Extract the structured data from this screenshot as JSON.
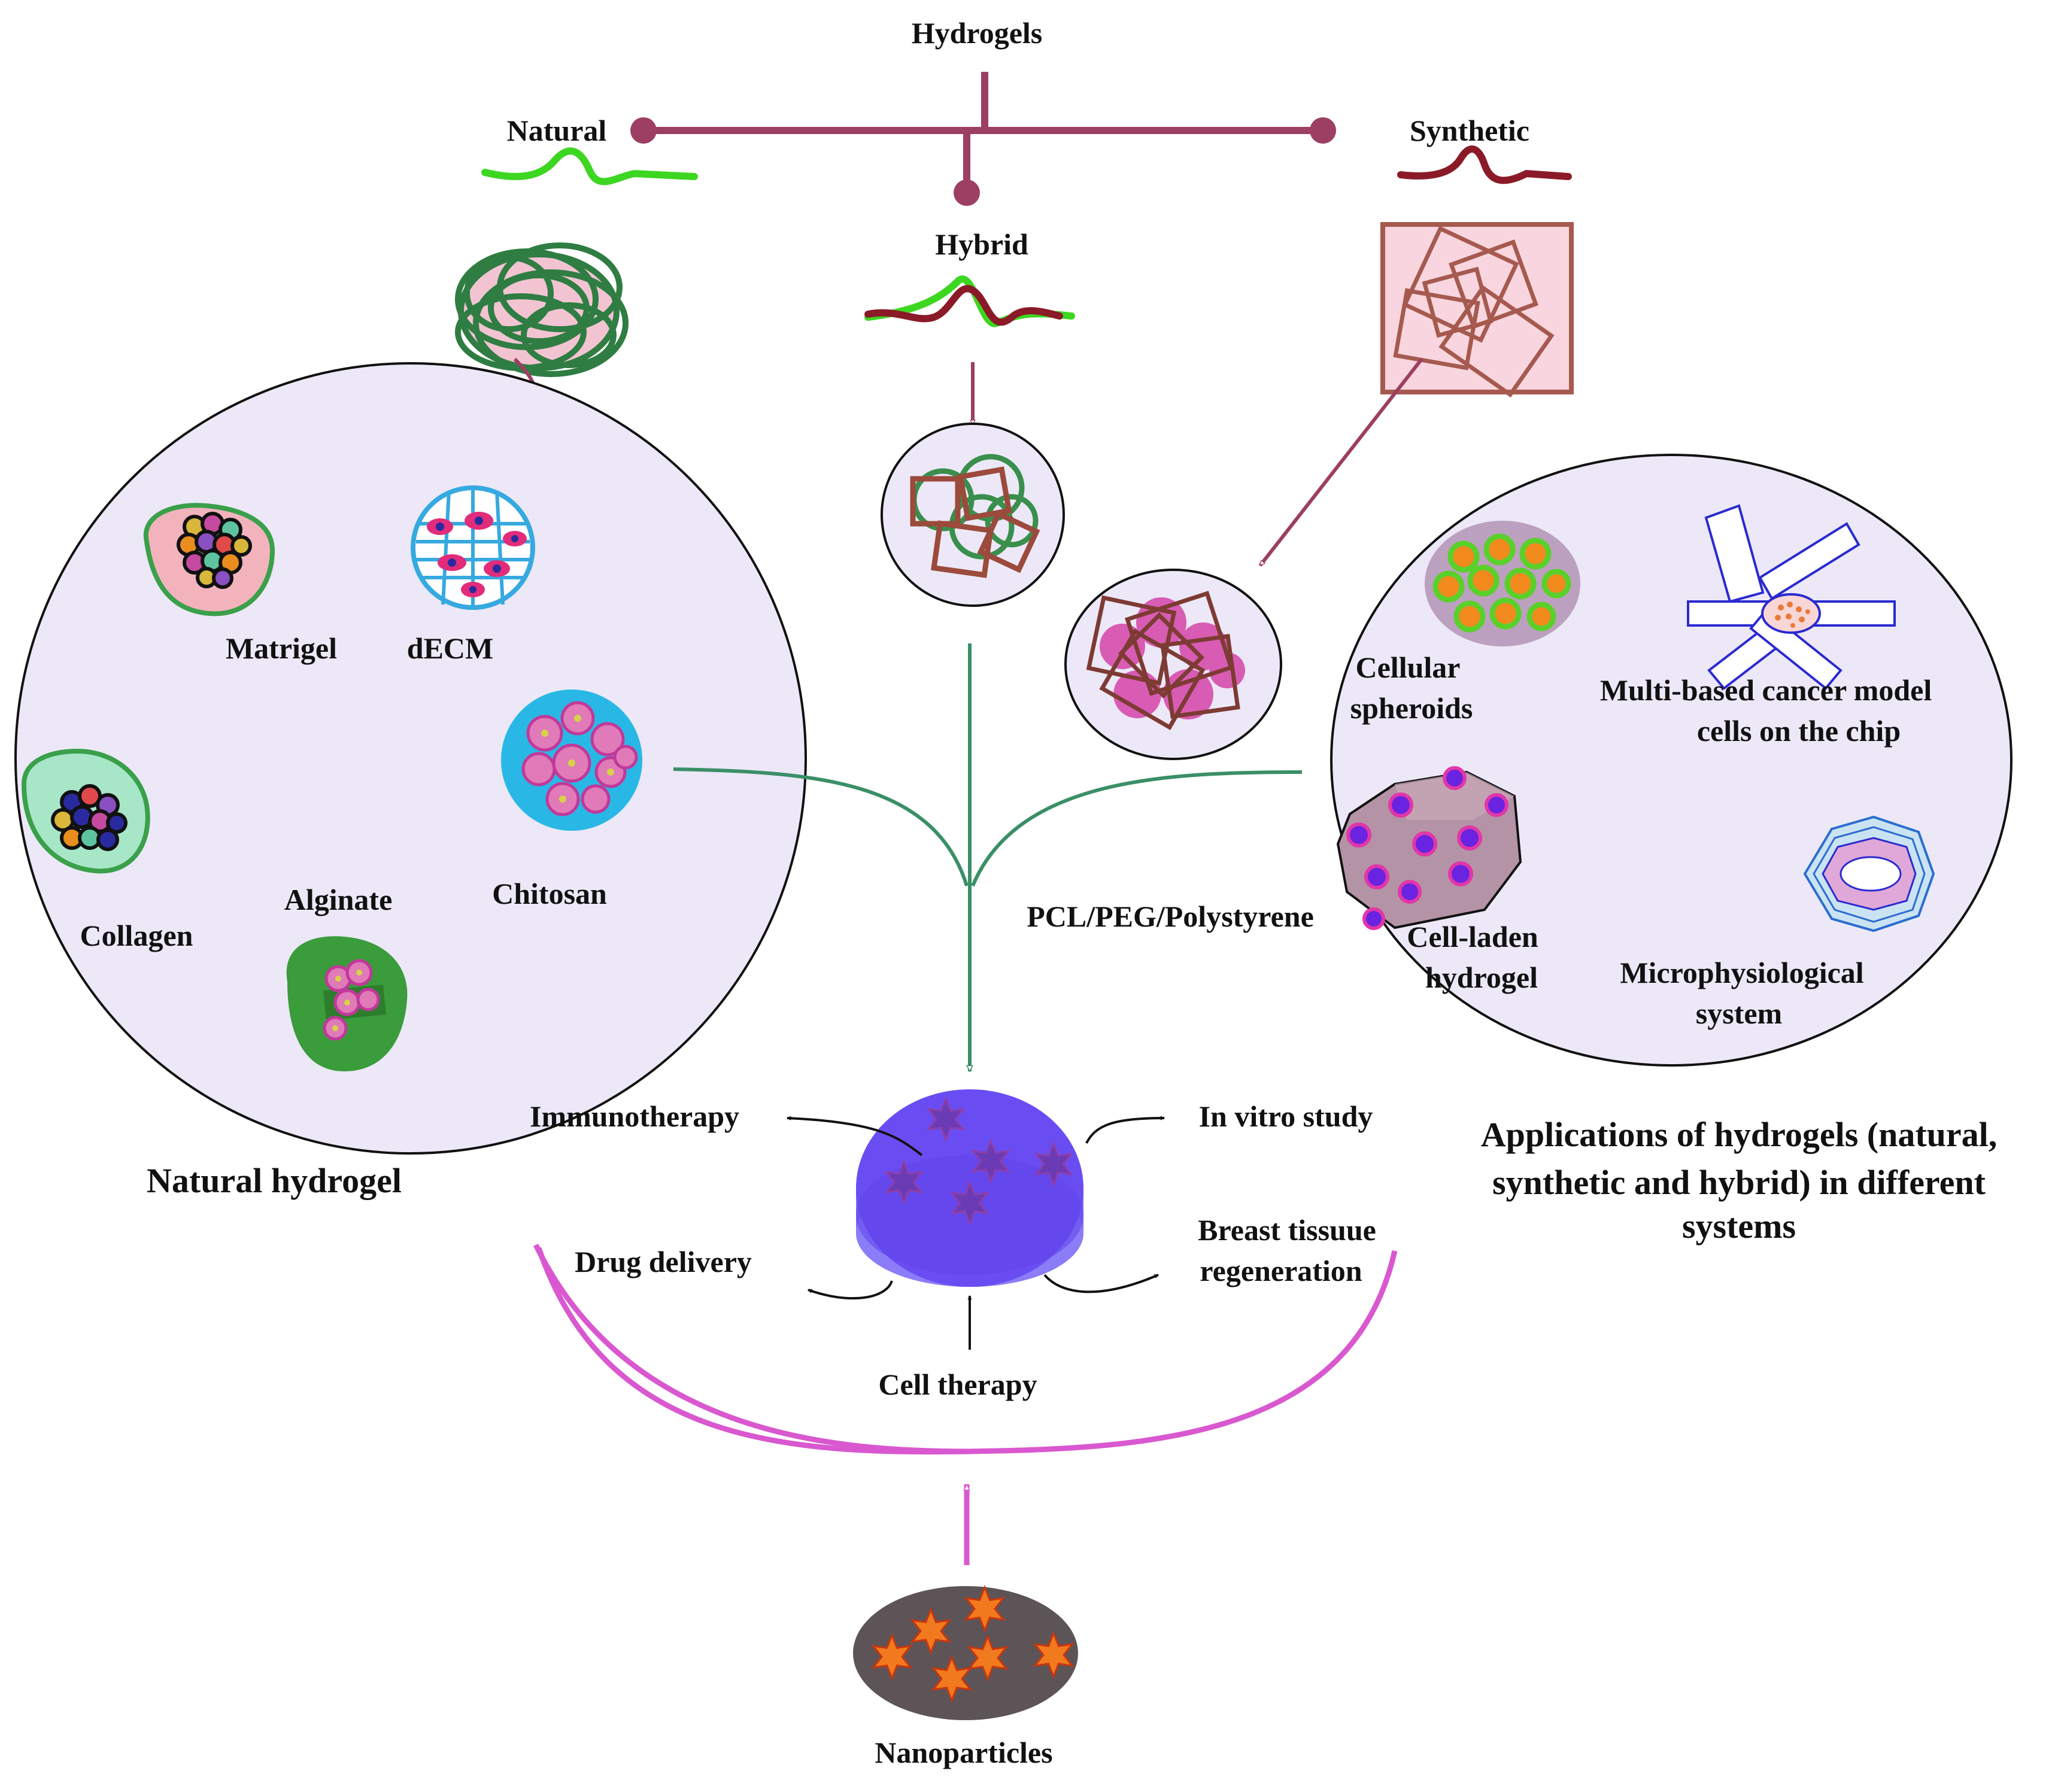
{
  "title": "Hydrogels",
  "branches": {
    "natural": "Natural",
    "hybrid": "Hybrid",
    "synthetic": "Synthetic"
  },
  "natural_circle": {
    "items": [
      "Matrigel",
      "dECM",
      "Chitosan",
      "Collagen",
      "Alginate"
    ],
    "caption": "Natural hydrogel"
  },
  "synthetic_label": "PCL/PEG/Polystyrene",
  "applications_circle": {
    "items": {
      "spheroids": [
        "Cellular",
        "spheroids"
      ],
      "chip": [
        "Multi-based cancer model",
        "cells on the chip"
      ],
      "laden": [
        "Cell-laden",
        "hydrogel"
      ],
      "mps": [
        "Microphysiological",
        "system"
      ]
    },
    "caption": [
      "Applications of hydrogels (natural,",
      "synthetic and hybrid) in  different",
      "systems"
    ]
  },
  "uses": {
    "immunotherapy": "Immunotherapy",
    "in_vitro": "In  vitro study",
    "drug_delivery": "Drug  delivery",
    "breast": [
      "Breast tissuue",
      "regeneration"
    ],
    "cell_therapy": "Cell therapy"
  },
  "nanoparticles": "Nanoparticles",
  "colors": {
    "maroon": "#9c3f62",
    "green_arrow": "#3a8f67",
    "magenta_arrow": "#d958d0",
    "circle_fill": "#ece8f7",
    "disc": "#6a4df2",
    "nano_blob": "#5d5457",
    "star_orange": "#f27a1e"
  }
}
